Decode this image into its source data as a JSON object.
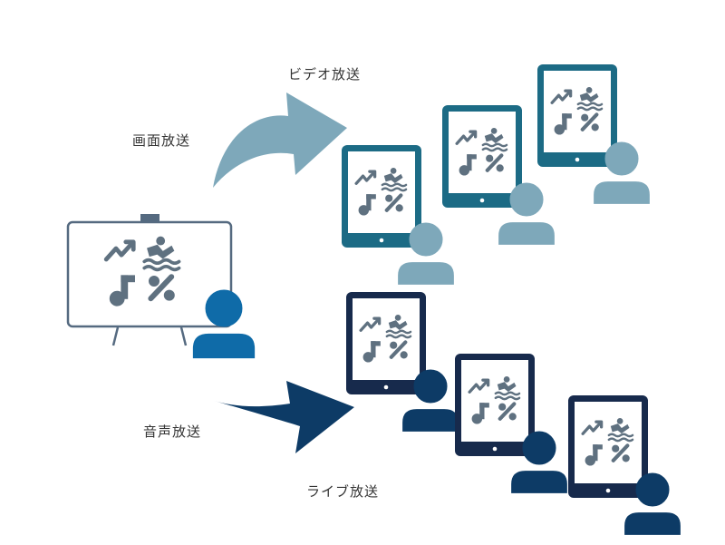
{
  "labels": {
    "screen_broadcast": "画面放送",
    "video_broadcast": "ビデオ放送",
    "audio_broadcast": "音声放送",
    "live_broadcast": "ライブ放送"
  },
  "colors": {
    "presenter_board": "#556a80",
    "presenter_person": "#0f6ba8",
    "subject_icons": "#5f7180",
    "video_tablet": "#1c6b85",
    "video_person": "#7ea8ba",
    "video_arrow": "#7ea8ba",
    "live_tablet": "#172a4c",
    "live_person": "#0d3b66",
    "live_arrow": "#0d3b66"
  },
  "icons": {
    "subject_set": [
      "trend-up-icon",
      "swimmer-icon",
      "music-note-icon",
      "percent-icon"
    ],
    "person": "user-icon",
    "tablet": "tablet-icon",
    "whiteboard": "whiteboard-icon"
  }
}
